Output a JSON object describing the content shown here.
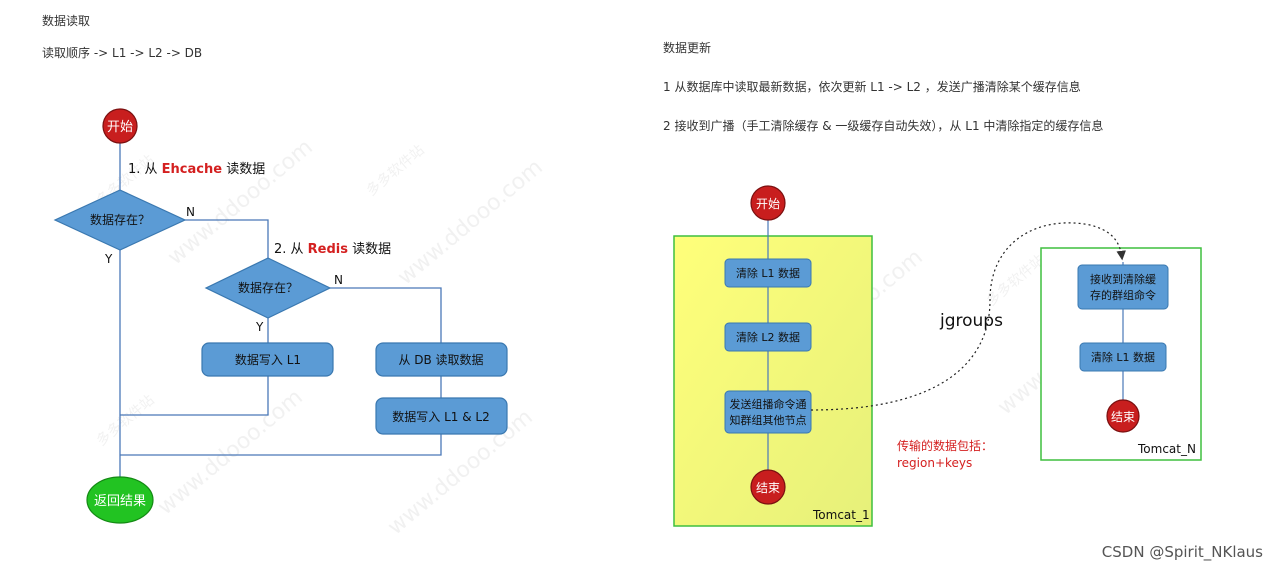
{
  "left": {
    "section_title": "数据读取",
    "order_text": "读取顺序 -> L1 -> L2 -> DB",
    "start": "开始",
    "step1_prefix": "1.  从 ",
    "step1_source": "Ehcache",
    "step1_suffix": " 读数据",
    "decision1": "数据存在？",
    "n1": "N",
    "y1": "Y",
    "step2_prefix": "2.  从 ",
    "step2_source": "Redis",
    "step2_suffix": " 读数据",
    "decision2": "数据存在？",
    "n2": "N",
    "y2": "Y",
    "write_l1": "数据写入  L1",
    "read_db": "从 DB 读取数据",
    "write_l1l2": "数据写入  L1 & L2",
    "return": "返回结果"
  },
  "right": {
    "section_title": "数据更新",
    "line1": "1 从数据库中读取最新数据，依次更新 L1 -> L2 ，发送广播清除某个缓存信息",
    "line2": "2 接收到广播（手工清除缓存 & 一级缓存自动失效），从 L1 中清除指定的缓存信息",
    "start": "开始",
    "clear_l1": "清除 L1 数据",
    "clear_l2": "清除 L2 数据",
    "broadcast_1": "发送组播命令通",
    "broadcast_2": "知群组其他节点",
    "end1": "结束",
    "tomcat1": "Tomcat_1",
    "jgroups": "jgroups",
    "payload_1": "传输的数据包括：",
    "payload_2": "region+keys",
    "receive_1": "接收到清除缓",
    "receive_2": "存的群组命令",
    "clear_l1_n": "清除 L1 数据",
    "end2": "结束",
    "tomcatn": "Tomcat_N"
  },
  "watermark": "www.ddooo.com",
  "watermark_cn": "多多软件站",
  "credit": "CSDN @Spirit_NKlaus",
  "colors": {
    "box_fill": "#5b9bd5",
    "box_stroke": "#3a78b0",
    "start_fill": "#c81e1e",
    "return_fill": "#22c322",
    "accent_red": "#d42020",
    "tomcat1_fill": "#f7f76b",
    "tomcat_border": "#3fbf3f"
  }
}
